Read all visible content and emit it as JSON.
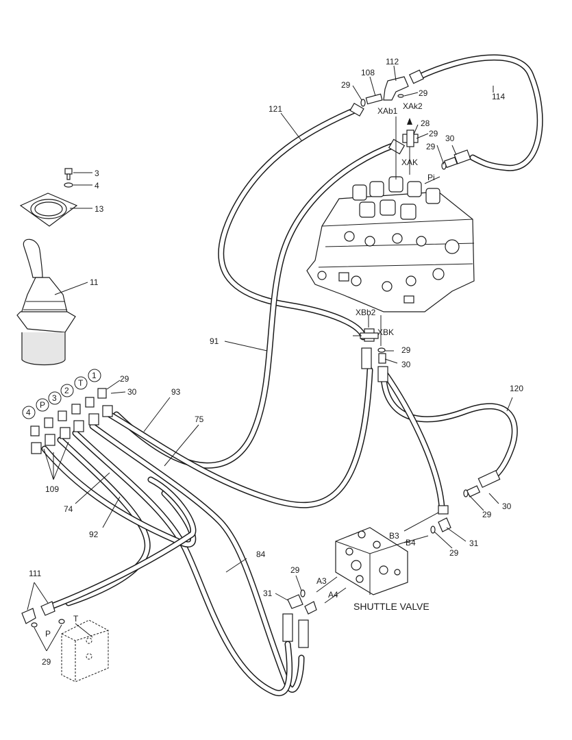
{
  "labels": {
    "n3": "3",
    "n4": "4",
    "n13": "13",
    "n11": "11",
    "n121": "121",
    "n108": "108",
    "n112": "112",
    "n114": "114",
    "n29a": "29",
    "n29b": "29",
    "n29c": "29",
    "n29d": "29",
    "n29e": "29",
    "n29f": "29",
    "n29g": "29",
    "n29h": "29",
    "n29i": "29",
    "n29j": "29",
    "n28": "28",
    "n30a": "30",
    "n30b": "30",
    "n30c": "30",
    "n30d": "30",
    "n91": "91",
    "n93": "93",
    "n75": "75",
    "n109": "109",
    "n74": "74",
    "n92": "92",
    "n84": "84",
    "n120": "120",
    "n31a": "31",
    "n31b": "31",
    "n111": "111",
    "xab1": "XAb1",
    "xak2": "XAk2",
    "xak": "XAK",
    "pi": "Pi",
    "xbb2": "XBb2",
    "xbk": "XBK",
    "b3": "B3",
    "b4": "B4",
    "a3": "A3",
    "a4": "A4",
    "p_port": "P",
    "t_port": "T",
    "shuttle": "SHUTTLE VALVE"
  },
  "port_markers": {
    "row_top": [
      "1",
      "T",
      "2",
      "3",
      "P",
      "4"
    ]
  },
  "colors": {
    "ink": "#1a1a1a",
    "paper": "#ffffff"
  }
}
